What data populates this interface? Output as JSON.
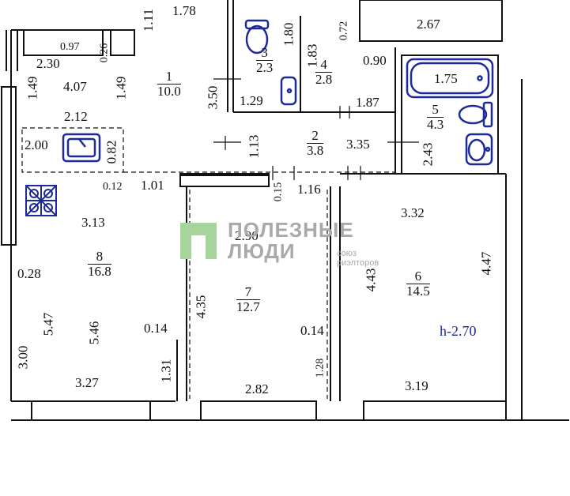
{
  "plan": {
    "ceiling_height": "h-2.70",
    "rooms": [
      {
        "id": "1",
        "area": "10.0"
      },
      {
        "id": "2",
        "area": "3.8"
      },
      {
        "id": "3",
        "area": "2.3"
      },
      {
        "id": "4",
        "area": "2.8"
      },
      {
        "id": "5",
        "area": "4.3"
      },
      {
        "id": "6",
        "area": "14.5"
      },
      {
        "id": "7",
        "area": "12.7"
      },
      {
        "id": "8",
        "area": "16.8"
      }
    ],
    "dimensions": [
      "1.78",
      "2.67",
      "1.11",
      "0.97",
      "0.26",
      "2.30",
      "1.80",
      "0.72",
      "1.83",
      "0.90",
      "4.07",
      "1.49",
      "1.49",
      "3.50",
      "1.29",
      "1.87",
      "1.75",
      "2.12",
      "2.00",
      "0.82",
      "0.12",
      "1.13",
      "3.35",
      "2.43",
      "1.01",
      "0.15",
      "1.16",
      "3.32",
      "3.13",
      "2.90",
      "4.47",
      "0.28",
      "4.43",
      "4.35",
      "5.47",
      "5.46",
      "0.14",
      "0.14",
      "3.00",
      "1.31",
      "1.28",
      "3.27",
      "2.82",
      "3.19"
    ]
  },
  "watermark": {
    "line1": "ПОЛЕЗНЫЕ",
    "line2": "ЛЮДИ",
    "sub1": "союз",
    "sub2": "риэлторов"
  },
  "colors": {
    "walls": "#111111",
    "fixtures": "#1c2a9a",
    "watermark": "#a9a9a9",
    "watermark_logo": "#a6d49a"
  },
  "icons": [
    "toilet-icon",
    "sink-icon",
    "bathtub-icon",
    "kitchen-sink-icon",
    "stove-icon"
  ]
}
